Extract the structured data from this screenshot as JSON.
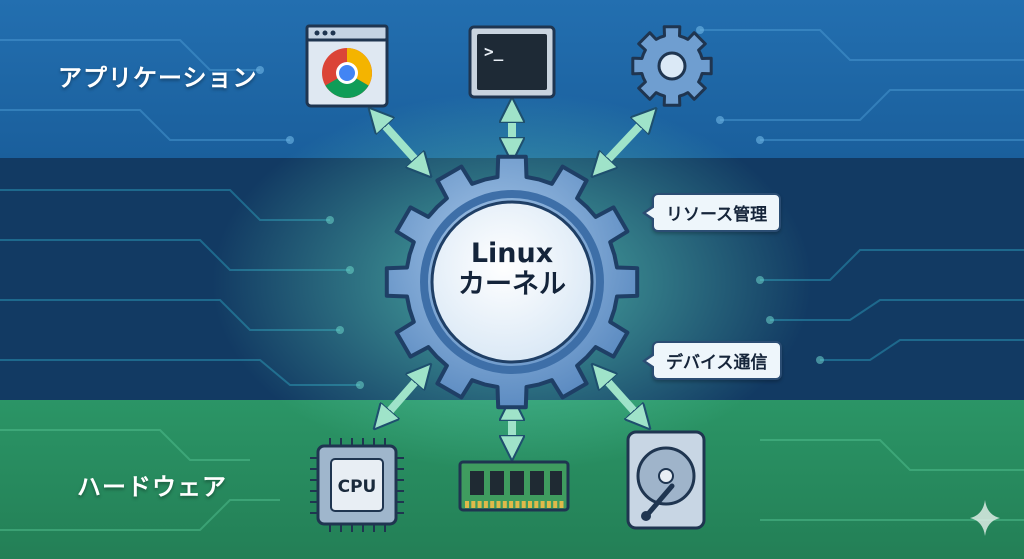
{
  "labels": {
    "applications": "アプリケーション",
    "hardware": "ハードウェア"
  },
  "kernel": {
    "line1": "Linux",
    "line2": "カーネル"
  },
  "callouts": {
    "resource": "リソース管理",
    "device": "デバイス通信"
  },
  "icons": {
    "terminal_prompt": ">_",
    "cpu": "CPU"
  },
  "colors": {
    "top_band": "#1f6aa8",
    "middle_band": "#123a63",
    "bottom_band": "#2a8e60",
    "arrow": "#9fe3c9",
    "gear": "#6f9ed0"
  }
}
